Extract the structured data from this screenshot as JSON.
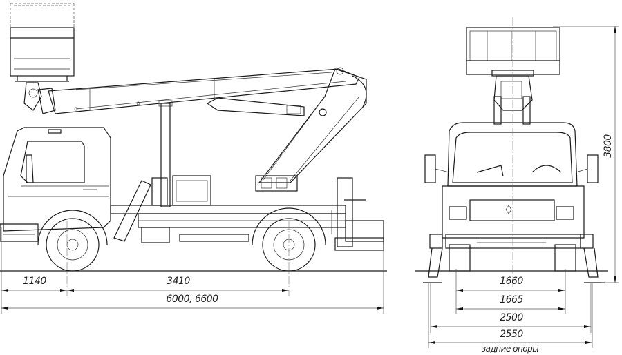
{
  "side_view": {
    "dimensions": {
      "front_overhang": "1140",
      "wheelbase": "3410",
      "overall_length": "6000, 6600"
    }
  },
  "front_view": {
    "dimensions": {
      "front_track": "1660",
      "rear_track": "1665",
      "width": "2500",
      "outrigger_span": "2550",
      "outrigger_label": "задние опоры",
      "transport_height": "3800"
    }
  }
}
